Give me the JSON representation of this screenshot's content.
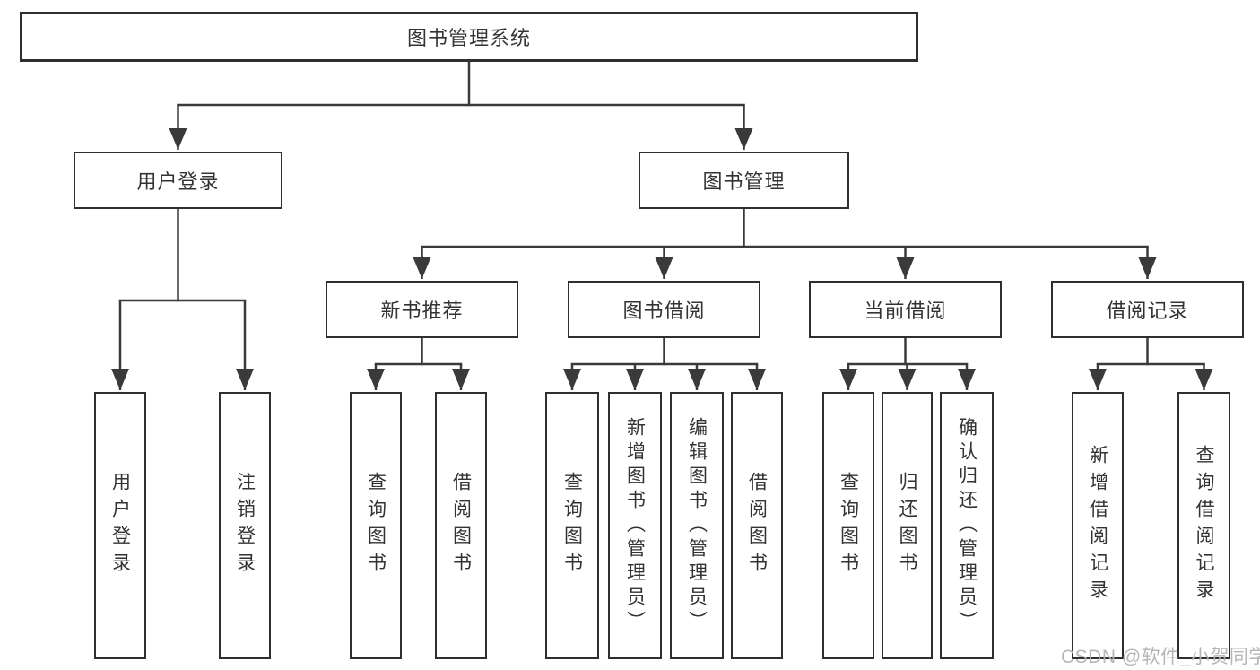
{
  "diagram": {
    "root": {
      "label": "图书管理系统"
    },
    "level2": [
      {
        "label": "用户登录"
      },
      {
        "label": "图书管理"
      }
    ],
    "level3": [
      {
        "label": "新书推荐"
      },
      {
        "label": "图书借阅"
      },
      {
        "label": "当前借阅"
      },
      {
        "label": "借阅记录"
      }
    ],
    "leaves": {
      "user_login": [
        {
          "label": "用户登录"
        },
        {
          "label": "注销登录"
        }
      ],
      "new_book": [
        {
          "label": "查询图书"
        },
        {
          "label": "借阅图书"
        }
      ],
      "borrow": [
        {
          "label": "查询图书"
        },
        {
          "label": "新增图书（管理员）"
        },
        {
          "label": "编辑图书（管理员）"
        },
        {
          "label": "借阅图书"
        }
      ],
      "current": [
        {
          "label": "查询图书"
        },
        {
          "label": "归还图书"
        },
        {
          "label": "确认归还（管理员）"
        }
      ],
      "records": [
        {
          "label": "新增借阅记录"
        },
        {
          "label": "查询借阅记录"
        }
      ]
    }
  },
  "watermark": {
    "text": "CSDN @软件_小贺同学"
  },
  "colors": {
    "background": "#ffffff",
    "line": "#3a3a3a",
    "box_border": "#2f2f2f",
    "text": "#333333",
    "watermark": "#b2b2b2"
  }
}
